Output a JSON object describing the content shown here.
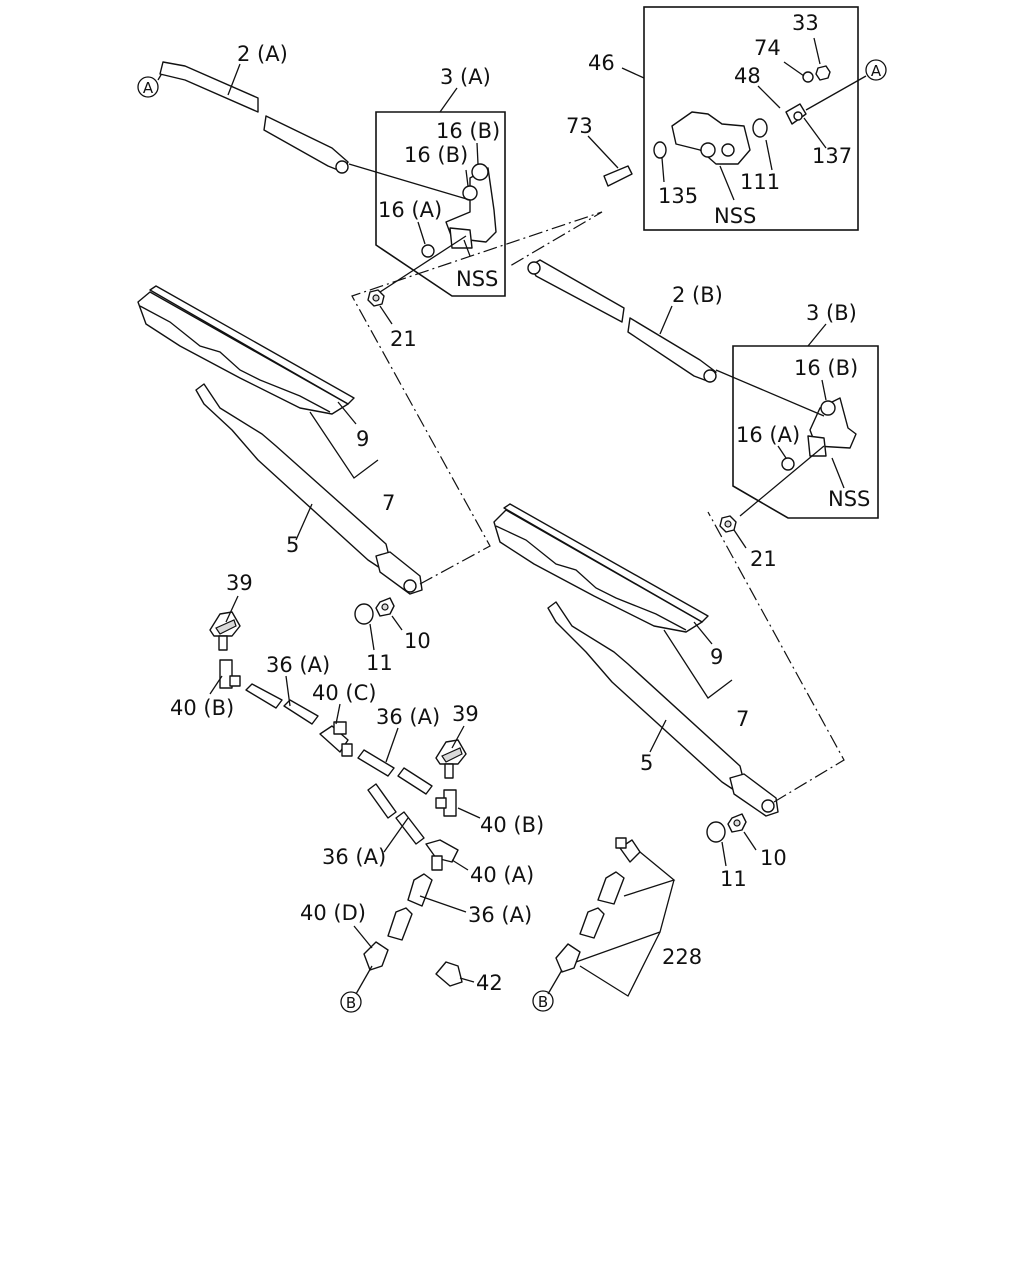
{
  "labels": {
    "l2A": "2 (A)",
    "l3A": "3 (A)",
    "l16B_1": "16 (B)",
    "l16B_2": "16 (B)",
    "l16A_1": "16 (A)",
    "lNSS_1": "NSS",
    "l21_1": "21",
    "l46": "46",
    "l33": "33",
    "l74": "74",
    "l48": "48",
    "l73": "73",
    "l137": "137",
    "l135": "135",
    "l111": "111",
    "lNSS_2": "NSS",
    "l2B": "2 (B)",
    "l3B": "3 (B)",
    "l16B_3": "16 (B)",
    "l16A_2": "16 (A)",
    "lNSS_3": "NSS",
    "l21_2": "21",
    "l9_1": "9",
    "l7_1": "7",
    "l5_1": "5",
    "l39_1": "39",
    "l10_1": "10",
    "l11_1": "11",
    "l40B_1": "40 (B)",
    "l36A_1": "36 (A)",
    "l40C": "40 (C)",
    "l36A_2": "36 (A)",
    "l39_2": "39",
    "l40B_2": "40 (B)",
    "l36A_3": "36 (A)",
    "l40A": "40 (A)",
    "l40D": "40 (D)",
    "l36A_4": "36 (A)",
    "l42": "42",
    "l9_2": "9",
    "l7_2": "7",
    "l5_2": "5",
    "l10_2": "10",
    "l11_2": "11",
    "l228": "228"
  },
  "refs": {
    "A1": "A",
    "A2": "A",
    "B1": "B",
    "B2": "B"
  }
}
